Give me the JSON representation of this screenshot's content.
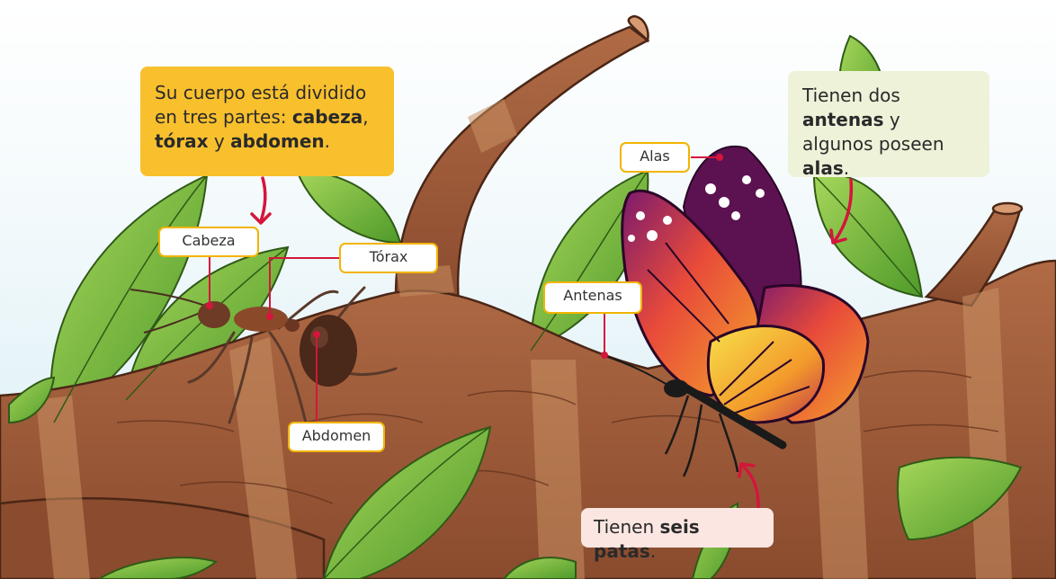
{
  "callouts": {
    "body_parts": {
      "text1": "Su cuerpo está dividido en tres partes: ",
      "b1": "cabeza",
      "sep1": ", ",
      "b2": "tórax",
      "text2": " y ",
      "b3": "abdomen",
      "end": "."
    },
    "antennae": {
      "text1": "Tienen dos ",
      "b1": "antenas",
      "text2": " y algunos poseen ",
      "b2": "alas",
      "end": "."
    },
    "legs": {
      "text1": "Tienen ",
      "b1": "seis patas",
      "end": "."
    }
  },
  "labels": {
    "cabeza": "Cabeza",
    "torax": "Tórax",
    "abdomen": "Abdomen",
    "alas": "Alas",
    "antenas": "Antenas"
  },
  "colors": {
    "callout_yellow": "#f9c02e",
    "callout_green": "#eef2d9",
    "callout_pink": "#fbe6e2",
    "pointer_red": "#d4163b",
    "label_border": "#f2b400",
    "branch": "#9a5a3a",
    "leaf": "#7cbf3a"
  }
}
